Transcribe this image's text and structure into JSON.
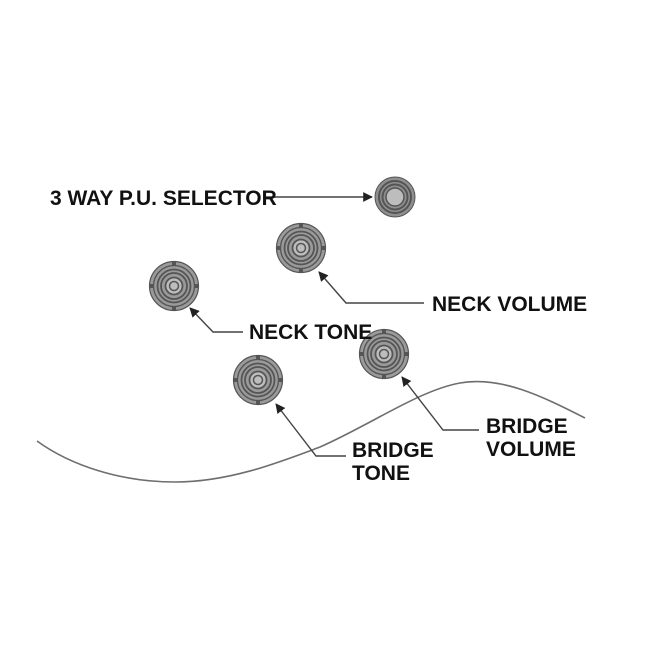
{
  "diagram": {
    "title": "Guitar control layout",
    "colors": {
      "knob_fill": "#9a9a9a",
      "knob_ring": "#555555",
      "knob_center": "#bdbdbd",
      "text": "#111111",
      "line": "#444444",
      "body_outline": "#6e6e6e"
    },
    "controls": [
      {
        "id": "selector",
        "type": "switch",
        "label_lines": [
          "3 WAY P.U. SELECTOR"
        ]
      },
      {
        "id": "neck-volume",
        "type": "knob",
        "label_lines": [
          "NECK VOLUME"
        ]
      },
      {
        "id": "neck-tone",
        "type": "knob",
        "label_lines": [
          "NECK TONE"
        ]
      },
      {
        "id": "bridge-volume",
        "type": "knob",
        "label_lines": [
          "BRIDGE",
          "VOLUME"
        ]
      },
      {
        "id": "bridge-tone",
        "type": "knob",
        "label_lines": [
          "BRIDGE",
          "TONE"
        ]
      }
    ]
  }
}
